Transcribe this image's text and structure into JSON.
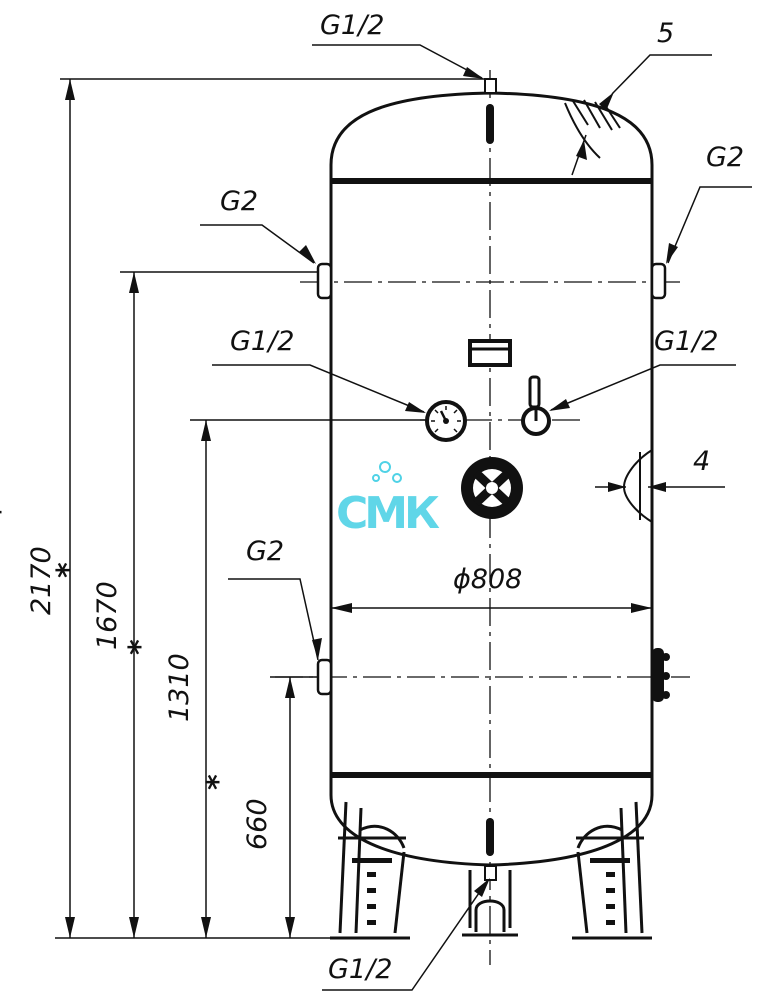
{
  "labels": {
    "top_outlet": "G1/2",
    "weld": "5",
    "upper_left_port": "G2",
    "upper_right_port": "G2",
    "gauge_port": "G1/2",
    "valve_port": "G1/2",
    "wall": "4",
    "diameter": "ϕ808",
    "lower_left_port": "G2",
    "drain_port": "G1/2"
  },
  "dimensions": {
    "total_height": "2170",
    "upper_port_height": "1670",
    "gauge_height": "1310",
    "lower_port_height": "660",
    "asterisk": "*"
  },
  "logo": {
    "text": "СМК",
    "color": "#4fd2e6"
  }
}
